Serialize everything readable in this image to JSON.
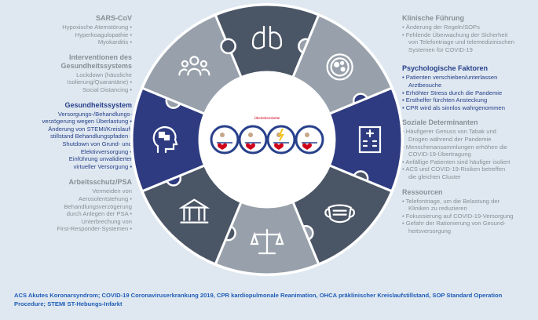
{
  "left_sections": [
    {
      "style": "grey",
      "title": "SARS-CoV",
      "items": [
        "Hypoxische Atemstörung",
        "Hyperkoagulopathie",
        "Myokarditis"
      ]
    },
    {
      "style": "grey",
      "title": "Interventionen des\nGesundheitssystems",
      "items": [
        "Lockdown (häusliche\nIsolierung/Quarantäne)",
        "Social Distancing"
      ]
    },
    {
      "style": "blue",
      "title": "Gesundheitssystem",
      "items": [
        "Versorgungs-/Behandlungs-\nverzögerung wegen Überlastung",
        "Änderung von STEMI/Kreislauf-\nstillstand Behandlungspfaden",
        "Shutdown von Grund- und\nElektivversorgung",
        "Einführung unvalidierter\nvirtueller Versorgung"
      ]
    },
    {
      "style": "grey",
      "title": "Arbeitsschutz/PSA",
      "items": [
        "Vermeiden von\nAerosolentstehung",
        "Behandlungsverzögerung\ndurch Anlegen der PSA",
        "Unterbrechung von\nFirst-Responder-Systemen"
      ]
    }
  ],
  "right_sections": [
    {
      "style": "grey",
      "title": "Klinische Führung",
      "items": [
        "Änderung der Regeln/SOPs",
        "Fehlende Überwachung der Sicherheit\nvon Telefontriage und telemedizinischen\nSystemen für COVID-19"
      ]
    },
    {
      "style": "blue",
      "title": "Psychologische Faktoren",
      "items": [
        "Patienten verschieben/unterlassen\nArztbesuche",
        "Erhöhter Stress durch die Pandemie",
        "Ersthelfer fürchten Ansteckung",
        "CPR wird als sinnlos wahrgenommen"
      ]
    },
    {
      "style": "grey",
      "title": "Soziale Determinanten",
      "items": [
        "Häufigerer Genuss von Tabak und\nDrogen während der Pandemie",
        "Menschenansammlungen erhöhen die\nCOVID-19-Übertragung",
        "Anfällige Patienten sind häufiger isoliert",
        "ACS und COVID-19-Risiken betreffen\ndie gleichen Cluster"
      ]
    },
    {
      "style": "grey",
      "title": "Ressourcen",
      "items": [
        "Telefontriage, um die Belastung der\nKliniken zu reduzieren",
        "Fokussierung auf COVID-19-Versorgung",
        "Gefahr der Rationierung von Gesund-\nheitsversorgung"
      ]
    }
  ],
  "center": {
    "label": "Überlebenskette"
  },
  "segment_icons": [
    "lungs-icon",
    "virus-icon",
    "hospital-icon",
    "mask-icon",
    "scales-icon",
    "building-icon",
    "head-puzzle-icon",
    "people-icon"
  ],
  "colors": {
    "blue": "#27408b",
    "grey": "#888f96",
    "dark_segment": "#2e3b80",
    "mid_segment": "#4a5566",
    "light_segment": "#98a1ab",
    "footnote": "#1f5cb8"
  },
  "footnote": "ACS Akutes Koronarsyndrom; COVID-19 Coronaviruserkrankung 2019, CPR kardiopulmonale Reanimation, OHCA präklinischer Kreislaufstillstand, SOP Standard Operation Procedure; STEMI ST-Hebungs-Infarkt"
}
